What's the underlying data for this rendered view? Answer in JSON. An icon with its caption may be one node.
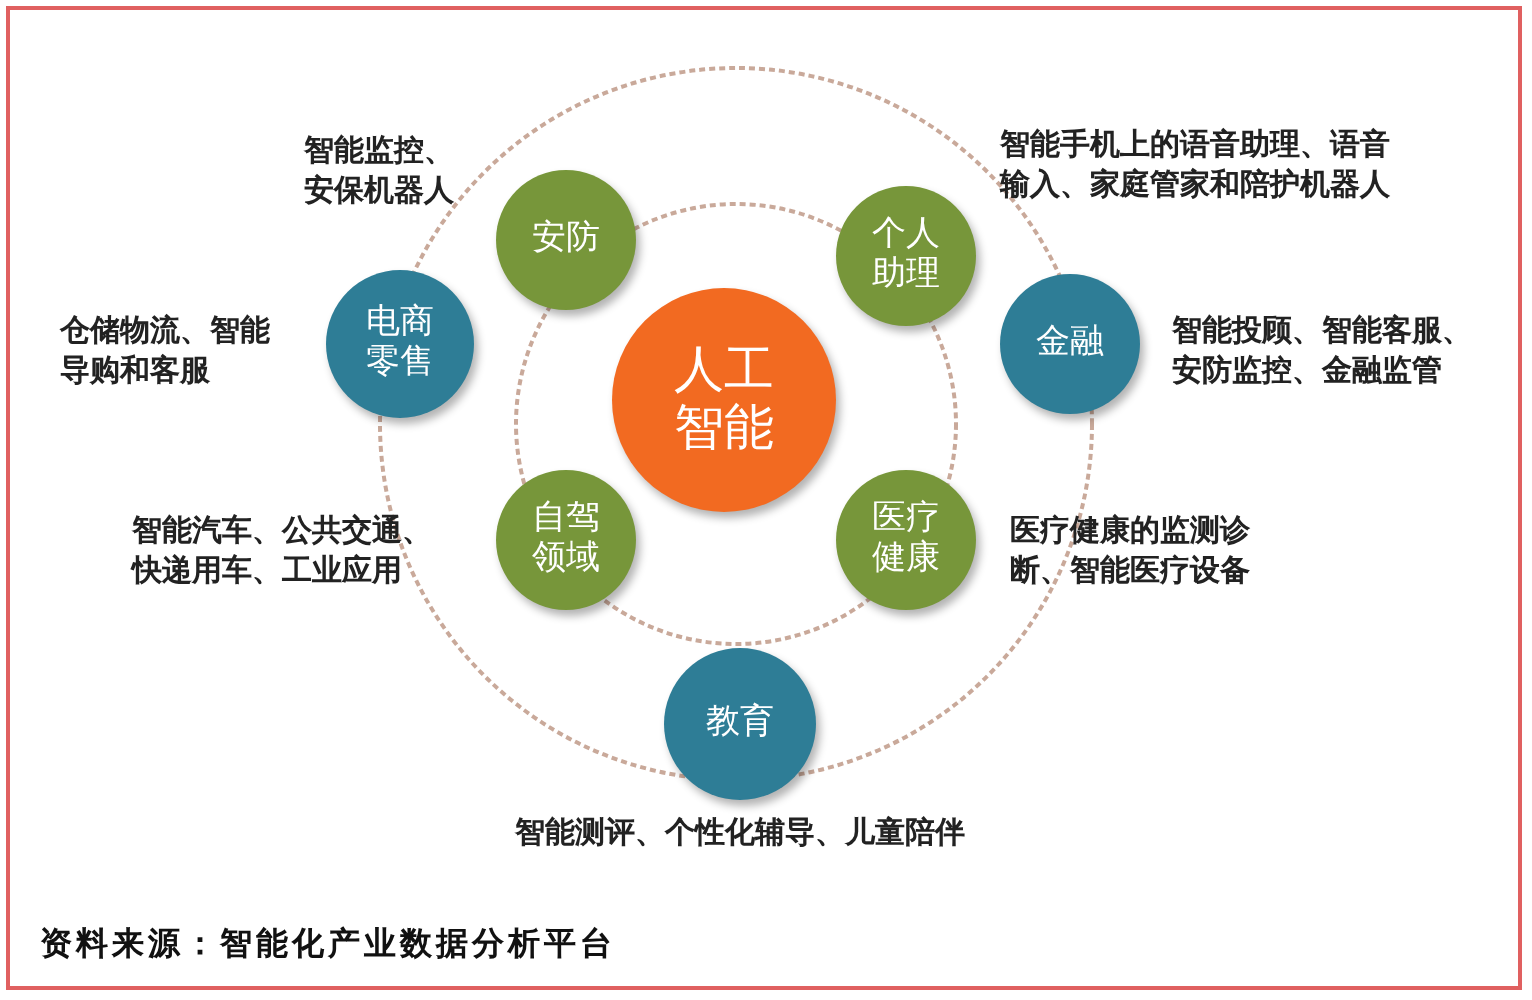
{
  "diagram": {
    "nodes": [
      {
        "text": [
          "安防"
        ],
        "beside": [
          "智能监控、安保机器人"
        ]
      },
      {
        "text": [
          "个人助理"
        ],
        "beside": [
          "智能手机上的语音助理、语音输入、家庭管家和陪护机器人"
        ]
      },
      {
        "text": [
          "电商零售"
        ],
        "beside": [
          "仓储物流、智能导购和客服"
        ]
      },
      {
        "text": [
          "金融"
        ],
        "beside": [
          "智能投顾、智能客服、安防监控、金融监管"
        ]
      },
      {
        "text": [
          "人工智能"
        ]
      },
      {
        "text": [
          "自驾领域"
        ],
        "beside": [
          "智能汽车、公共交通、快递用车、工业应用"
        ]
      },
      {
        "text": [
          "医疗健康"
        ],
        "beside": [
          "医疗健康的监测诊断、智能医疗设备"
        ]
      },
      {
        "text": [
          "教育"
        ],
        "beside": [
          "智能测评、个性化辅导、儿童陪伴"
        ]
      }
    ],
    "labels": [
      "资料来源：智能化产业数据分析平台"
    ]
  }
}
